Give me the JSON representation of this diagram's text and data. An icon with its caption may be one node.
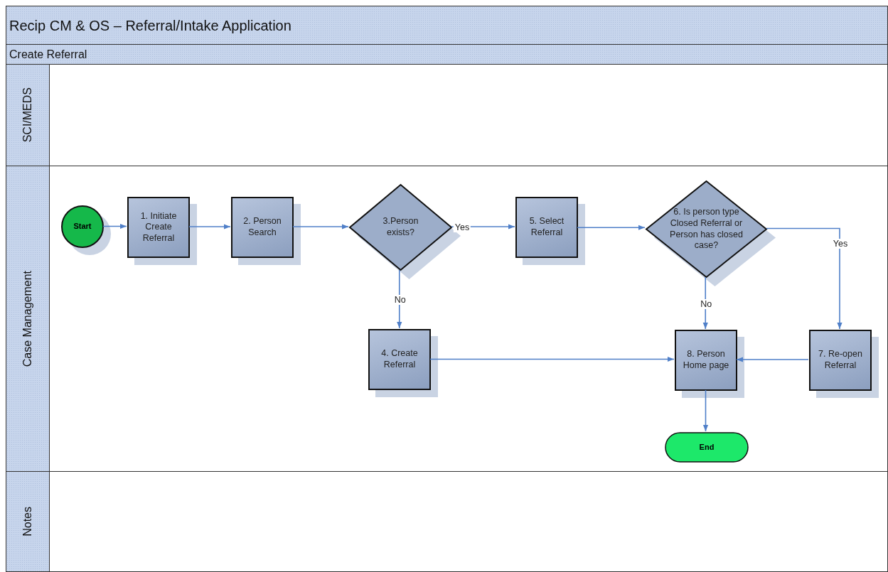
{
  "diagram": {
    "title": "Recip CM & OS – Referral/Intake Application",
    "nodes": [
      {
        "text": [
          "Create Referral"
        ]
      },
      {
        "text": [
          "SCI/MEDS"
        ]
      },
      {
        "text": [
          "Case Management"
        ]
      },
      {
        "text": [
          "Notes"
        ]
      },
      {
        "text": [
          "Start"
        ],
        "in": 2
      },
      {
        "text": [
          "1. Initiate Create Referral"
        ],
        "in": 2
      },
      {
        "text": [
          "2. Person Search"
        ],
        "in": 2
      },
      {
        "text": [
          "3.Person exists?"
        ],
        "in": 2
      },
      {
        "text": [
          "5. Select Referral"
        ],
        "in": 2
      },
      {
        "text": [
          "6. Is person type Closed Referral or Person has closed case?"
        ],
        "in": 2
      },
      {
        "text": [
          "4. Create Referral"
        ],
        "in": 2
      },
      {
        "text": [
          "8. Person Home page"
        ],
        "in": 2
      },
      {
        "text": [
          "7. Re-open Referral"
        ],
        "in": 2
      },
      {
        "text": [
          "End"
        ],
        "in": 2
      }
    ],
    "edges": [
      {
        "from": 4,
        "to": 5,
        "arrow": "to"
      },
      {
        "from": 5,
        "to": 6,
        "arrow": "to"
      },
      {
        "from": 6,
        "to": 7,
        "arrow": "to"
      },
      {
        "from": 7,
        "to": 8,
        "arrow": "to",
        "label": "Yes"
      },
      {
        "from": 7,
        "to": 10,
        "arrow": "to",
        "label": "No"
      },
      {
        "from": 8,
        "to": 9,
        "arrow": "to"
      },
      {
        "from": 9,
        "to": 11,
        "arrow": "to",
        "label": "No"
      },
      {
        "from": 9,
        "to": 12,
        "arrow": "to",
        "label": "Yes"
      },
      {
        "from": 10,
        "to": 11,
        "arrow": "to"
      },
      {
        "from": 12,
        "to": 11,
        "arrow": "to"
      },
      {
        "from": 11,
        "to": 13,
        "arrow": "to"
      }
    ]
  }
}
